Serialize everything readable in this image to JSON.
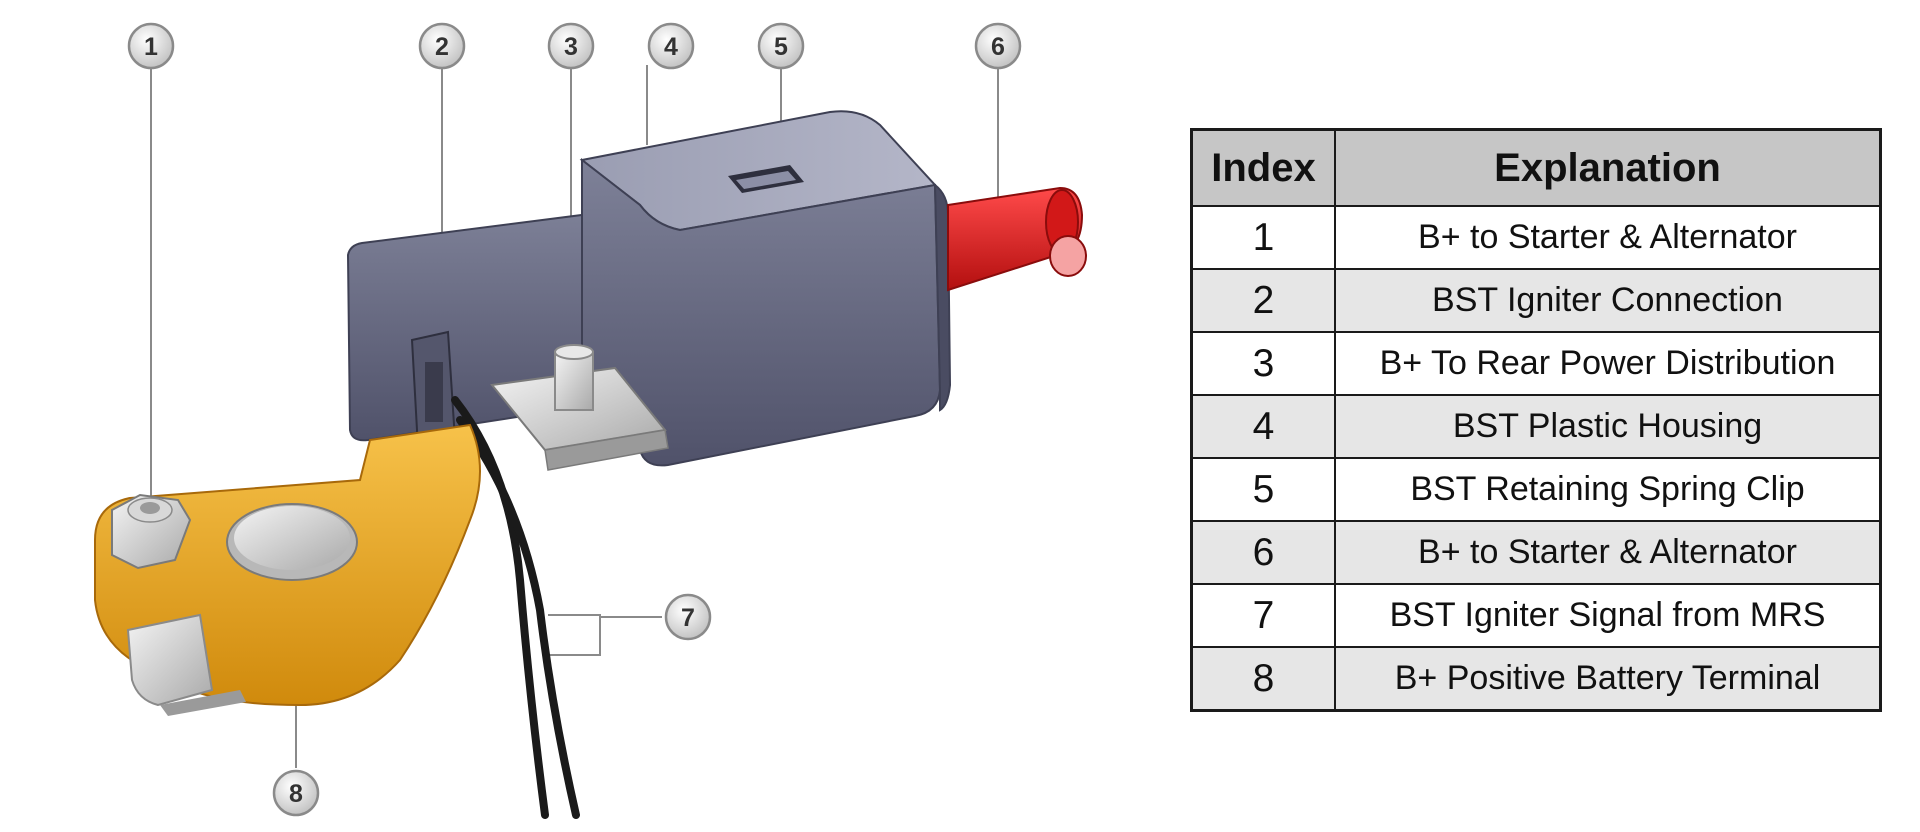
{
  "callouts": [
    "1",
    "2",
    "3",
    "4",
    "5",
    "6",
    "7",
    "8"
  ],
  "table": {
    "headers": {
      "index": "Index",
      "explanation": "Explanation"
    },
    "rows": [
      {
        "index": "1",
        "explanation": "B+ to Starter & Alternator"
      },
      {
        "index": "2",
        "explanation": "BST Igniter Connection"
      },
      {
        "index": "3",
        "explanation": "B+ To Rear Power Distribution"
      },
      {
        "index": "4",
        "explanation": "BST Plastic Housing"
      },
      {
        "index": "5",
        "explanation": "BST Retaining Spring Clip"
      },
      {
        "index": "6",
        "explanation": "B+ to Starter & Alternator"
      },
      {
        "index": "7",
        "explanation": "BST Igniter Signal from MRS"
      },
      {
        "index": "8",
        "explanation": "B+ Positive Battery Terminal"
      }
    ]
  },
  "colors": {
    "housing": "#6b6e86",
    "terminal": "#e8a21a",
    "cable": "#d11a1a",
    "table_header": "#c6c6c6",
    "table_alt_row": "#e6e6e6"
  }
}
